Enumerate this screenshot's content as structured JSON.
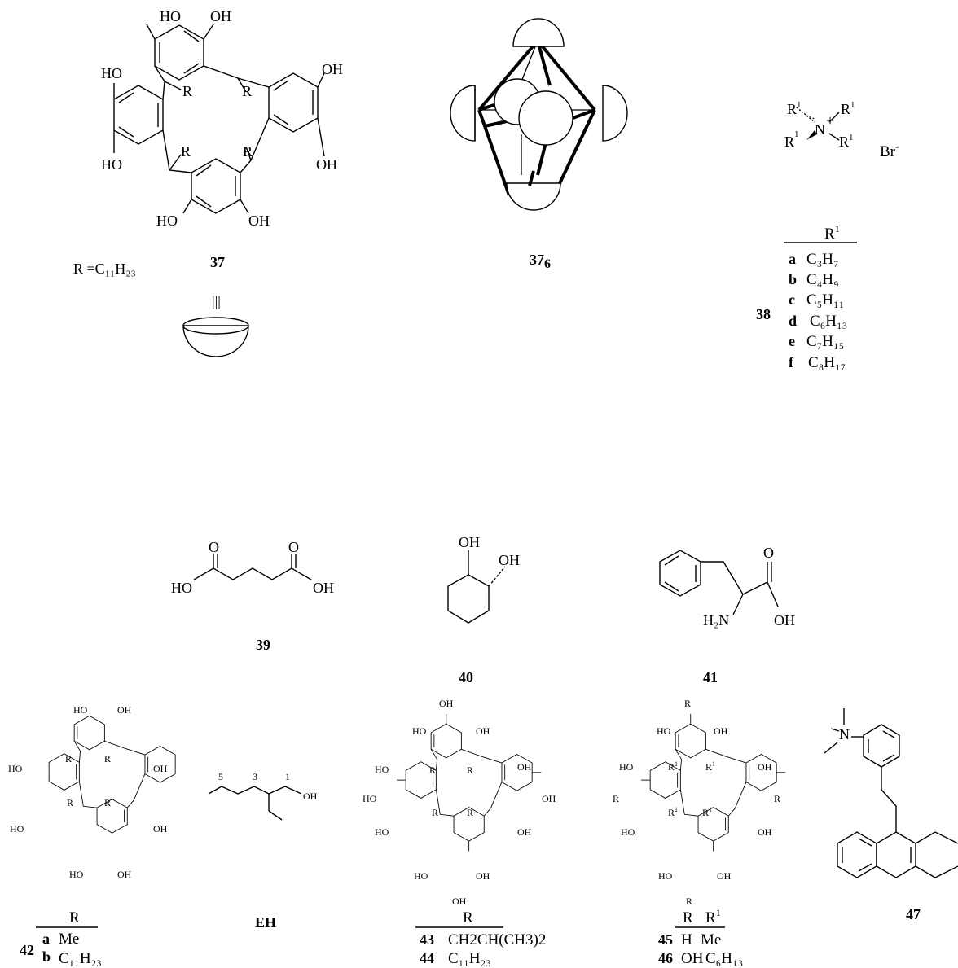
{
  "compounds": {
    "c37": {
      "label": "37",
      "rdef": "R =C₁₁H₂₃",
      "equiv": "|||",
      "R": "R",
      "OH": "OH",
      "HO": "HO"
    },
    "c37_6": {
      "label": "37",
      "sub": "6"
    },
    "c38": {
      "label": "38",
      "header": "R",
      "header_sup": "1",
      "cation_N": "N",
      "cation_plus": "+",
      "R1": "R",
      "R1_sup": "1",
      "anion": "Br",
      "anion_sup": "-",
      "rows": [
        {
          "key": "a",
          "value": "C₃H₇"
        },
        {
          "key": "b",
          "value": "C₄H₉"
        },
        {
          "key": "c",
          "value": "C₅H₁₁"
        },
        {
          "key": "d",
          "value": "C₆H₁₃"
        },
        {
          "key": "e",
          "value": "C₇H₁₅"
        },
        {
          "key": "f",
          "value": "C₈H₁₇"
        }
      ]
    },
    "c39": {
      "label": "39",
      "HO": "HO",
      "OH": "OH",
      "O": "O"
    },
    "c40": {
      "label": "40",
      "OH": "OH"
    },
    "c41": {
      "label": "41",
      "H2N": "H₂N",
      "OH": "OH",
      "O": "O"
    },
    "c42": {
      "label": "42",
      "header": "R",
      "rows": [
        {
          "key": "a",
          "value": "Me"
        },
        {
          "key": "b",
          "value": "C₁₁H₂₃"
        }
      ]
    },
    "eh": {
      "label": "EH",
      "n5": "5",
      "n3": "3",
      "n1": "1",
      "OH": "OH"
    },
    "c43_44": {
      "header": "R",
      "rows": [
        {
          "key": "43",
          "value": "CH2CH(CH3)2"
        },
        {
          "key": "44",
          "value": "C₁₁H₂₃"
        }
      ]
    },
    "c45_46": {
      "header": "R",
      "header2": "R",
      "header2_sup": "1",
      "rows": [
        {
          "key": "45",
          "R": "H",
          "R1": "Me"
        },
        {
          "key": "46",
          "R": "OH",
          "R1": "C₆H₁₃"
        }
      ],
      "R1": "R",
      "R1_sup": "1"
    },
    "c47": {
      "label": "47",
      "N": "N"
    }
  }
}
